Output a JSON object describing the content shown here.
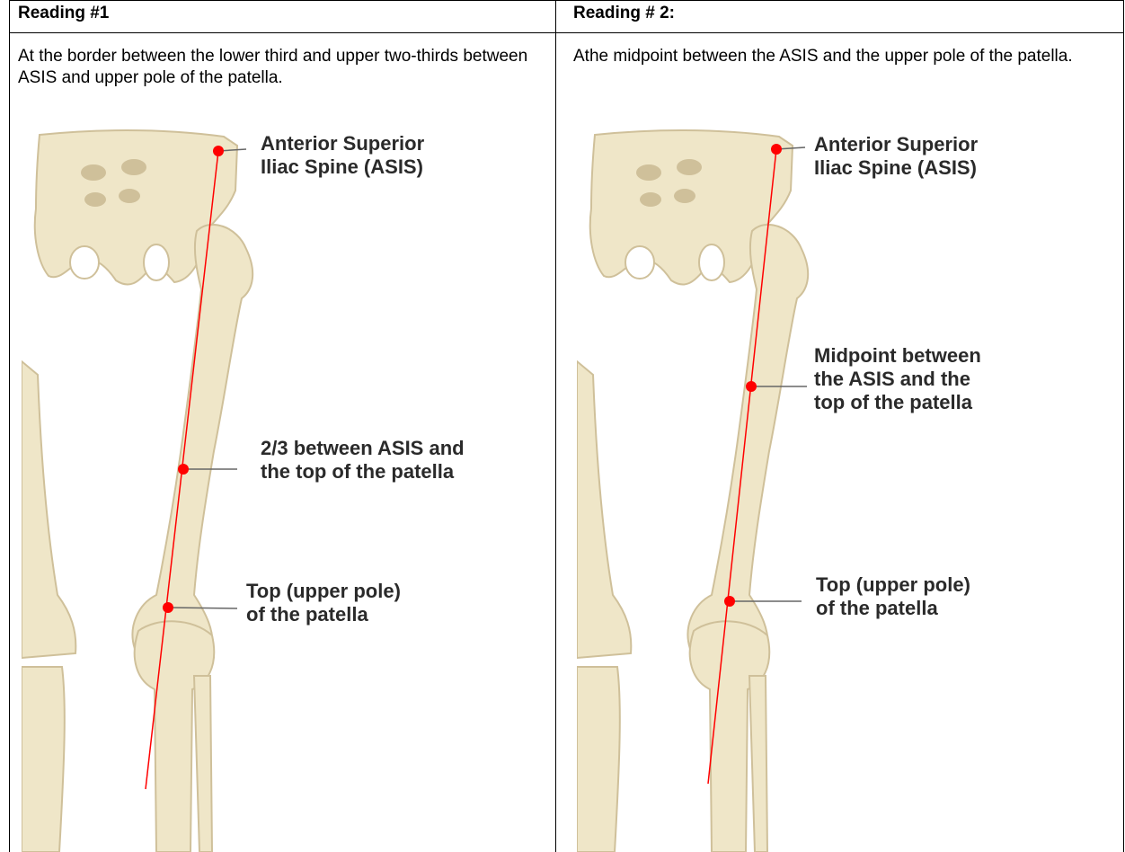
{
  "columns": [
    {
      "heading": "Reading #1",
      "description": "At the border between the lower third and upper two-thirds between ASIS and upper pole of the patella.",
      "labels": {
        "asis_line1": "Anterior Superior",
        "asis_line2": "Iliac Spine (ASIS)",
        "mid_line1": "2/3 between ASIS and",
        "mid_line2": "the top of the patella",
        "patella_line1": "Top (upper pole)",
        "patella_line2": "of the patella"
      }
    },
    {
      "heading": "Reading # 2:",
      "description": "Athe midpoint between the ASIS and the upper pole of the patella.",
      "labels": {
        "asis_line1": "Anterior Superior",
        "asis_line2": "Iliac Spine (ASIS)",
        "mid_line1": "Midpoint between",
        "mid_line2": "the ASIS and the",
        "mid_line3": "top of the patella",
        "patella_line1": "Top (upper pole)",
        "patella_line2": "of the patella"
      }
    }
  ],
  "colors": {
    "bone": "#efe6c8",
    "bone_shadow": "#cfc09a",
    "marker": "#ff0000",
    "leader": "#666666"
  }
}
